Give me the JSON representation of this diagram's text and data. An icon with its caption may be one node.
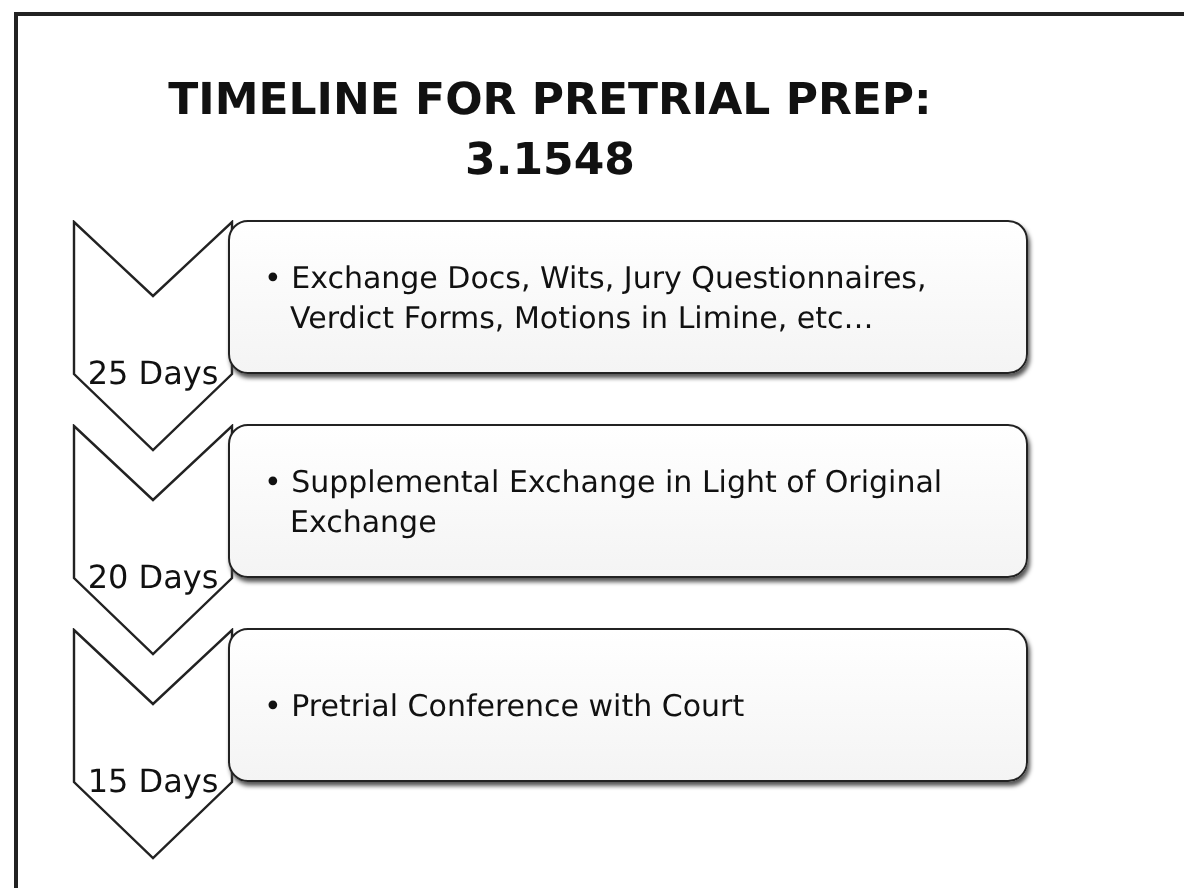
{
  "diagram": {
    "title": "TIMELINE FOR PRETRIAL PREP: 3.1548",
    "nodes": [
      {
        "text": [
          "25 Days"
        ]
      },
      {
        "text": [
          "• Exchange Docs, Wits, Jury Questionnaires, Verdict Forms, Motions in Limine, etc…"
        ]
      },
      {
        "text": [
          "20 Days"
        ]
      },
      {
        "text": [
          "• Supplemental Exchange in Light of Original Exchange"
        ]
      },
      {
        "text": [
          "15 Days"
        ]
      },
      {
        "text": [
          "• Pretrial Conference with Court"
        ]
      }
    ]
  }
}
